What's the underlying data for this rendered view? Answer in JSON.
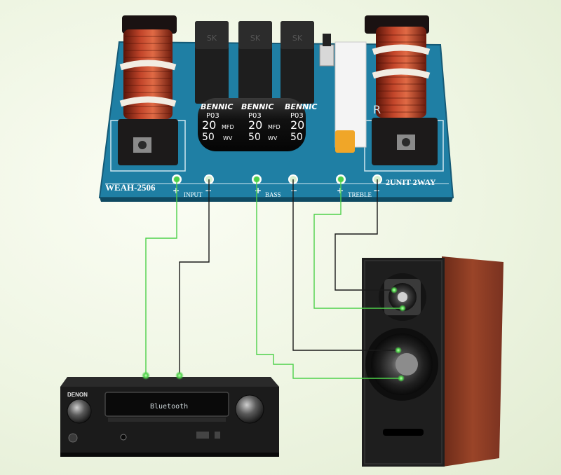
{
  "board": {
    "model": "WEAH-2506",
    "unit_label": "2UNIT 2WAY",
    "input_label": "INPUT",
    "bass_label": "BASS",
    "treble_label": "TREBLE",
    "plus": "+",
    "minus": "−",
    "cap_brand": "BENNIC",
    "cap_code": "P03",
    "cap_value": "20",
    "cap_unit": "MFD",
    "cap_voltage": "50",
    "cap_wv": "WV",
    "relay_mark": "SK",
    "r_mark": "R"
  },
  "amplifier": {
    "brand": "DENON",
    "display": "Bluetooth"
  },
  "colors": {
    "pcb": "#1f7fa4",
    "wire_green": "#4ed14a",
    "wire_black": "#1a1a1a",
    "cabinet_wood": "#8a3a22",
    "baffle": "#1e1e1e",
    "amp_body": "#1b1b1b"
  }
}
